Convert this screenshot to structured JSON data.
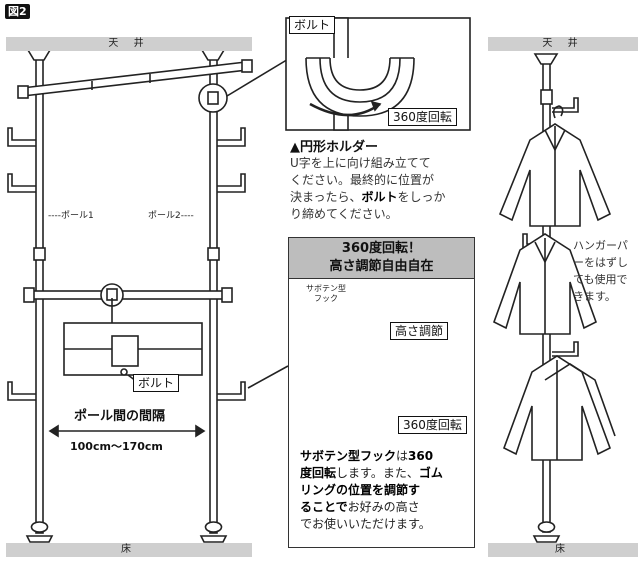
{
  "figure_label": "図2",
  "ceiling_label": "天 井",
  "floor_label": "床",
  "bolt_label": "ボルト",
  "rotation_label": "360度回転",
  "holder": {
    "title": "▲円形ホルダー",
    "text_1": "U字を上に向け組み立てて",
    "text_2": "ください。最終的に位置が",
    "text_3": "決まったら、",
    "text_bold": "ボルト",
    "text_4": "をしっか",
    "text_5": "り締めてください。"
  },
  "pole_1_label": "ポール1",
  "pole_2_label": "ポール2",
  "pole_spacing": {
    "title": "ポール間の間隔",
    "range": "100cm〜170cm"
  },
  "detail_box": {
    "heading_1": "360度回転！",
    "heading_2": "高さ調節自由自在",
    "hook_label_1": "サボテン型",
    "hook_label_2": "フック",
    "height_adjust": "高さ調節",
    "rotation": "360度回転",
    "desc_b1": "サボテン型フック",
    "desc_1": "は",
    "desc_b2": "360",
    "desc_b3": "度回転",
    "desc_2": "します。また、",
    "desc_b4": "ゴム",
    "desc_b5": "リングの位置を調節す",
    "desc_b6": "ることで",
    "desc_3": "お好みの高さ",
    "desc_4": "でお使いいただけます。"
  },
  "hanger_note": {
    "line_1": "ハンガーパ",
    "line_2": "ーをはずし",
    "line_3": "ても使用で",
    "line_4": "きます。"
  }
}
